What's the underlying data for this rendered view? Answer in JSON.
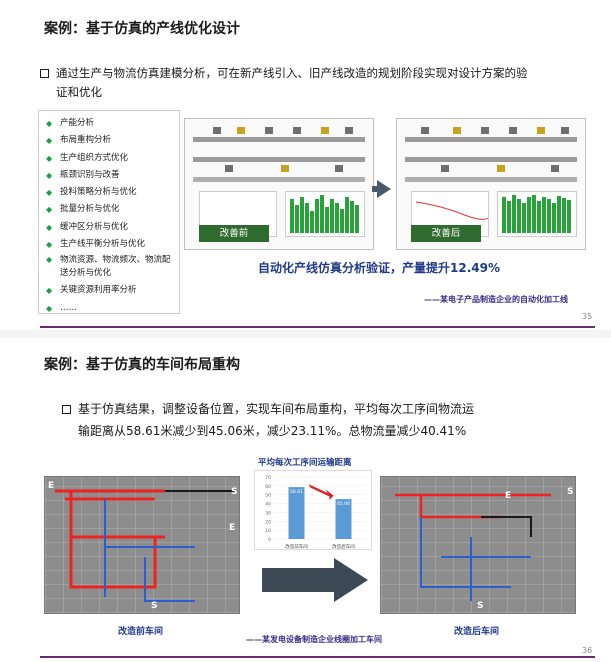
{
  "slide1": {
    "title": "案例：基于仿真的产线优化设计",
    "bullet": "通过生产与物流仿真建模分析，可在新产线引入、旧产线改造的规划阶段实现对设计方案的验证和优化",
    "bullet_line1": "通过生产与物流仿真建模分析，可在新产线引入、旧产线改造的规划阶段实现对设计方案的验",
    "bullet_line2": "证和优化",
    "list_items": [
      "产能分析",
      "布局重构分析",
      "生产组织方式优化",
      "瓶颈识别与改善",
      "投料策略分析与优化",
      "批量分析与优化",
      "缓冲区分析与优化",
      "生产线平衡分析与优化",
      "物流资源、物流频次、物流配送分析与优化",
      "关键资源利用率分析",
      "……"
    ],
    "before_label": "改善前",
    "after_label": "改善后",
    "verification": "自动化产线仿真分析验证，产量提升12.49%",
    "source": "——某电子产品制造企业的自动化加工线",
    "page": "35",
    "colors": {
      "accent_green": "#2aa23a",
      "label_green": "#2f6b2f",
      "divider": "#6a2a6e",
      "emphasis": "#1f3a8a"
    }
  },
  "slide2": {
    "title": "案例：基于仿真的车间布局重构",
    "bullet_line1": "基于仿真结果，调整设备位置，实现车间布局重构，平均每次工序间物流运",
    "bullet_line2": "输距离从58.61米减少到45.06米，减少23.11%。总物流量减少40.41%",
    "before_caption": "改造前车间",
    "after_caption": "改造后车间",
    "source": "——某发电设备制造企业线圈加工车间",
    "page": "36",
    "layout_labels": {
      "start": "S",
      "end": "E"
    },
    "chart_title": "平均每次工序间运输距离",
    "chart_data": {
      "type": "bar",
      "title": "平均每次工序间运输距离",
      "categories": [
        "改造前车间",
        "改造后车间"
      ],
      "values": [
        58.61,
        45.06
      ],
      "ylim": [
        0,
        70
      ],
      "yticks": [
        0,
        10,
        20,
        30,
        40,
        50,
        60,
        70
      ],
      "bar_color": "#5b9bd5",
      "arrow_color": "#e02020"
    }
  }
}
